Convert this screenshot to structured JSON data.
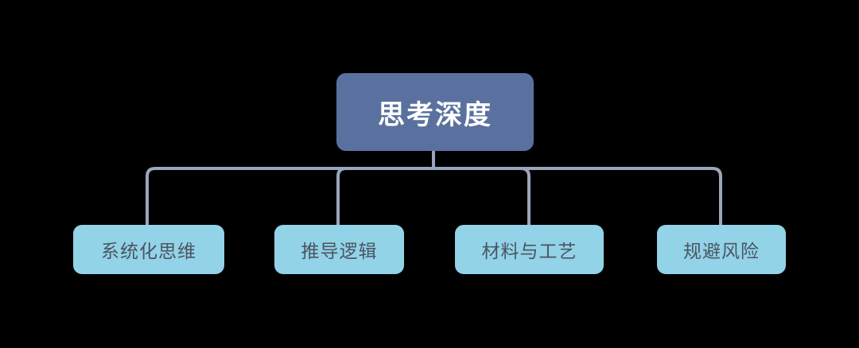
{
  "diagram": {
    "type": "org-chart",
    "background_color": "#000000",
    "connector_color": "#9aa6bb",
    "root": {
      "label": "思考深度",
      "fill_color": "#5a719f",
      "text_color": "#ffffff"
    },
    "children": [
      {
        "label": "系统化思维",
        "fill_color": "#92d3e8",
        "text_color": "#4a5560"
      },
      {
        "label": "推导逻辑",
        "fill_color": "#92d3e8",
        "text_color": "#4a5560"
      },
      {
        "label": "材料与工艺",
        "fill_color": "#92d3e8",
        "text_color": "#4a5560"
      },
      {
        "label": "规避风险",
        "fill_color": "#92d3e8",
        "text_color": "#4a5560"
      }
    ]
  }
}
